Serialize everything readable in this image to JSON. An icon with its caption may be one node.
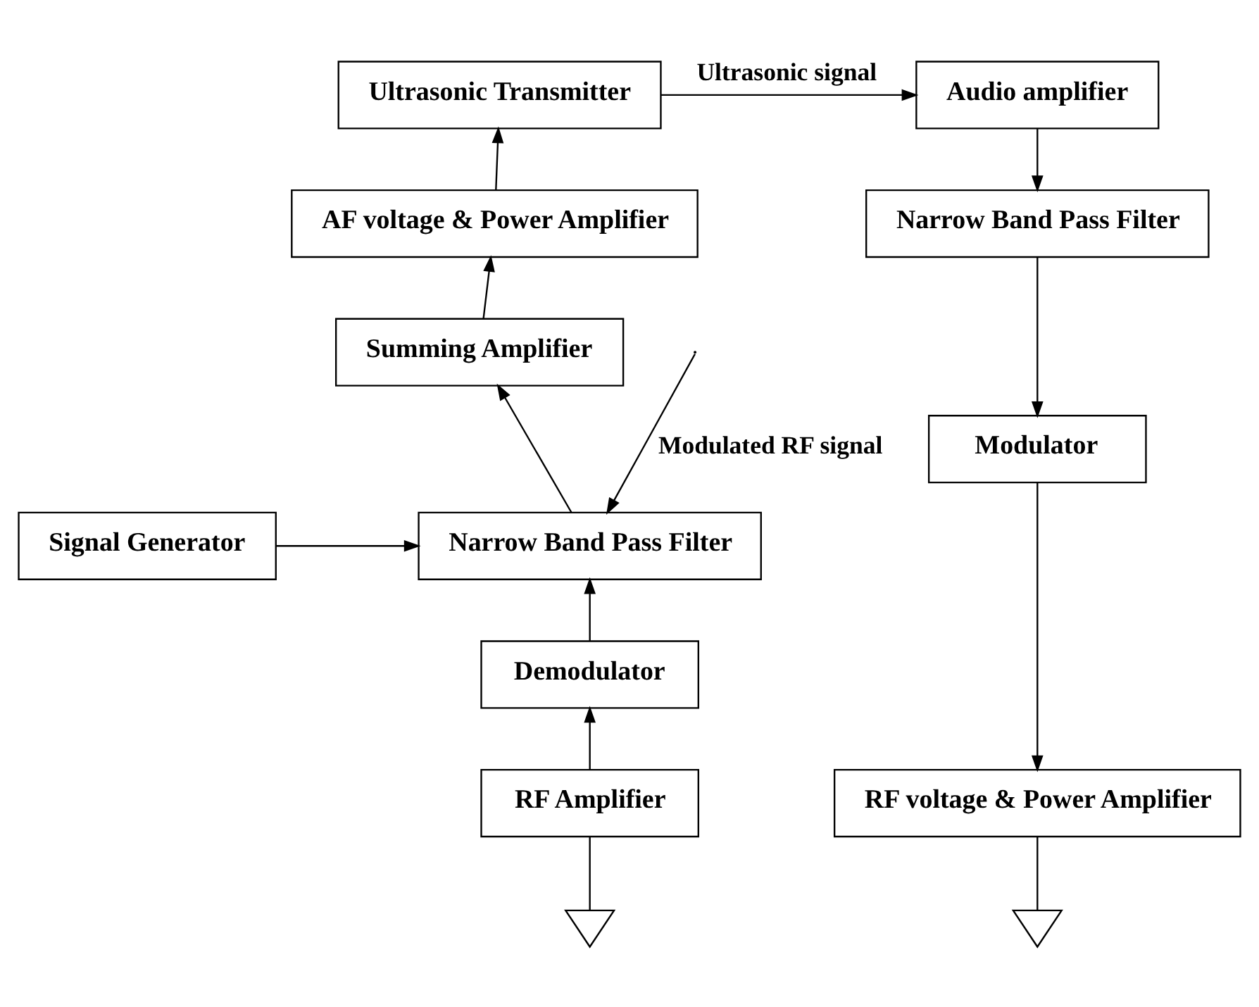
{
  "diagram": {
    "nodes": [
      {
        "text": [
          "Ultrasonic Transmitter"
        ]
      },
      {
        "text": [
          "AF voltage & Power Amplifier"
        ]
      },
      {
        "text": [
          "Summing Amplifier"
        ]
      },
      {
        "text": [
          "Signal Generator"
        ]
      },
      {
        "text": [
          "Narrow Band Pass Filter"
        ]
      },
      {
        "text": [
          "Demodulator"
        ]
      },
      {
        "text": [
          "RF Amplifier"
        ]
      },
      {
        "text": [
          "Audio amplifier"
        ]
      },
      {
        "text": [
          "Narrow Band Pass Filter"
        ]
      },
      {
        "text": [
          "Modulator"
        ]
      },
      {
        "text": [
          "RF voltage & Power Amplifier"
        ]
      },
      {
        "text": [],
        "shape": "antenna"
      },
      {
        "text": [],
        "shape": "antenna"
      }
    ],
    "edges": [
      {
        "from": 1,
        "to": 0,
        "arrow": "to"
      },
      {
        "from": 2,
        "to": 1,
        "arrow": "to"
      },
      {
        "from": 4,
        "to": 2,
        "arrow": "to"
      },
      {
        "from": 3,
        "to": 4,
        "arrow": "to"
      },
      {
        "from": 5,
        "to": 4,
        "arrow": "to"
      },
      {
        "from": 6,
        "to": 5,
        "arrow": "to"
      },
      {
        "from": 0,
        "to": 7,
        "arrow": "to",
        "label": "Ultrasonic signal"
      },
      {
        "from": 7,
        "to": 8,
        "arrow": "to"
      },
      {
        "from": 8,
        "to": 9,
        "arrow": "to"
      },
      {
        "from": 9,
        "to": 10,
        "arrow": "to"
      },
      {
        "from": 6,
        "to": 11,
        "arrow": "none"
      },
      {
        "from": 10,
        "to": 12,
        "arrow": "none"
      },
      {
        "from": null,
        "to": 4,
        "arrow": "to",
        "label": "Modulated RF signal"
      }
    ]
  }
}
